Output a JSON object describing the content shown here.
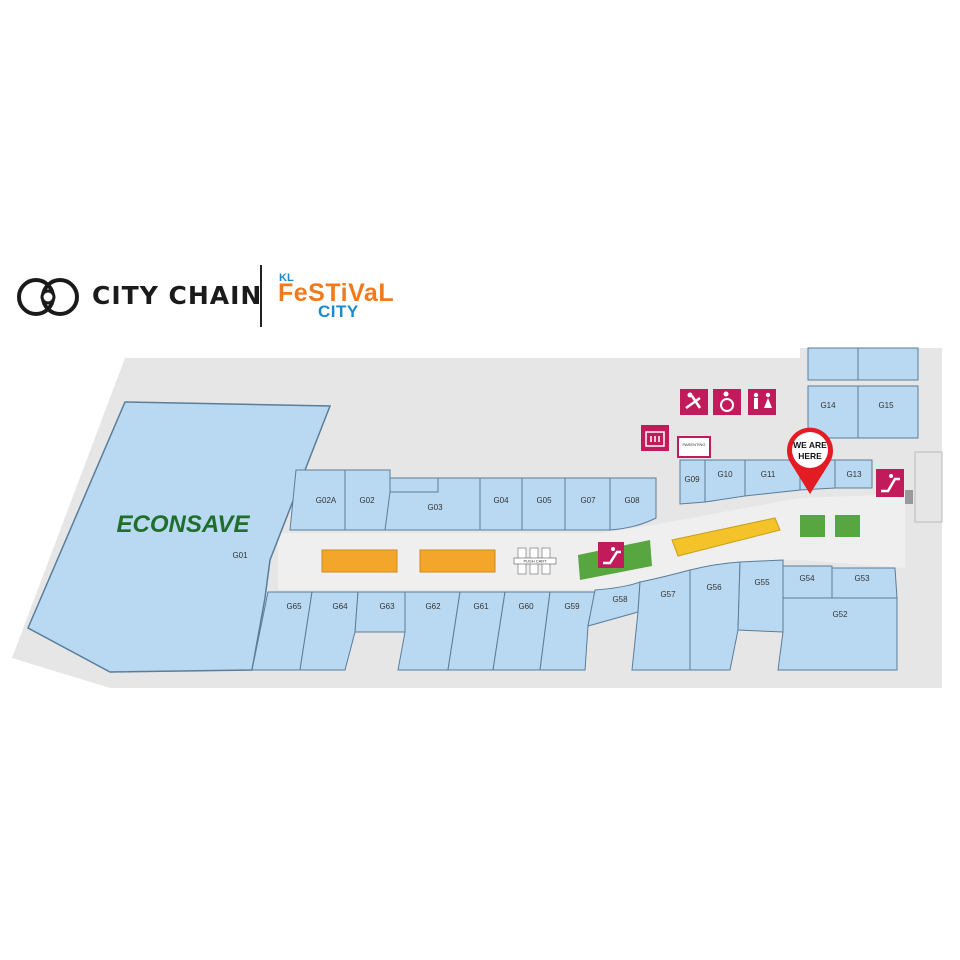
{
  "brand": {
    "city_chain": "CITY CHAIN",
    "kl": "KL",
    "festival": "FeSTiVaL",
    "city": "CITY"
  },
  "map": {
    "anchor_store": "ECONSAVE",
    "anchor_unit": "G01",
    "you_are_here": [
      "WE ARE",
      "HERE"
    ],
    "push_cart": "PUSH CART",
    "lift_sign": "PARENTING",
    "units": {
      "G02A": "G02A",
      "G02": "G02",
      "G03": "G03",
      "G04": "G04",
      "G05": "G05",
      "G07": "G07",
      "G08": "G08",
      "G09": "G09",
      "G10": "G10",
      "G11": "G11",
      "G13": "G13",
      "G14": "G14",
      "G15": "G15",
      "G65": "G65",
      "G64": "G64",
      "G63": "G63",
      "G62": "G62",
      "G61": "G61",
      "G60": "G60",
      "G59": "G59",
      "G58": "G58",
      "G57": "G57",
      "G56": "G56",
      "G55": "G55",
      "G54": "G54",
      "G53": "G53",
      "G52": "G52"
    },
    "colors": {
      "unit": "#b9d9f2",
      "unit_stroke": "#5a7d99",
      "corridor": "#ebebeb",
      "kiosk_orange": "#f4a62a",
      "kiosk_yellow": "#f4c32a",
      "kiosk_green": "#58a63f",
      "icon_magenta": "#c21b5c",
      "pin_red": "#e31b23"
    },
    "icons": [
      "baby-room-icon",
      "wheelchair-icon",
      "toilet-icon",
      "lift-icon",
      "escalator-icon"
    ]
  }
}
